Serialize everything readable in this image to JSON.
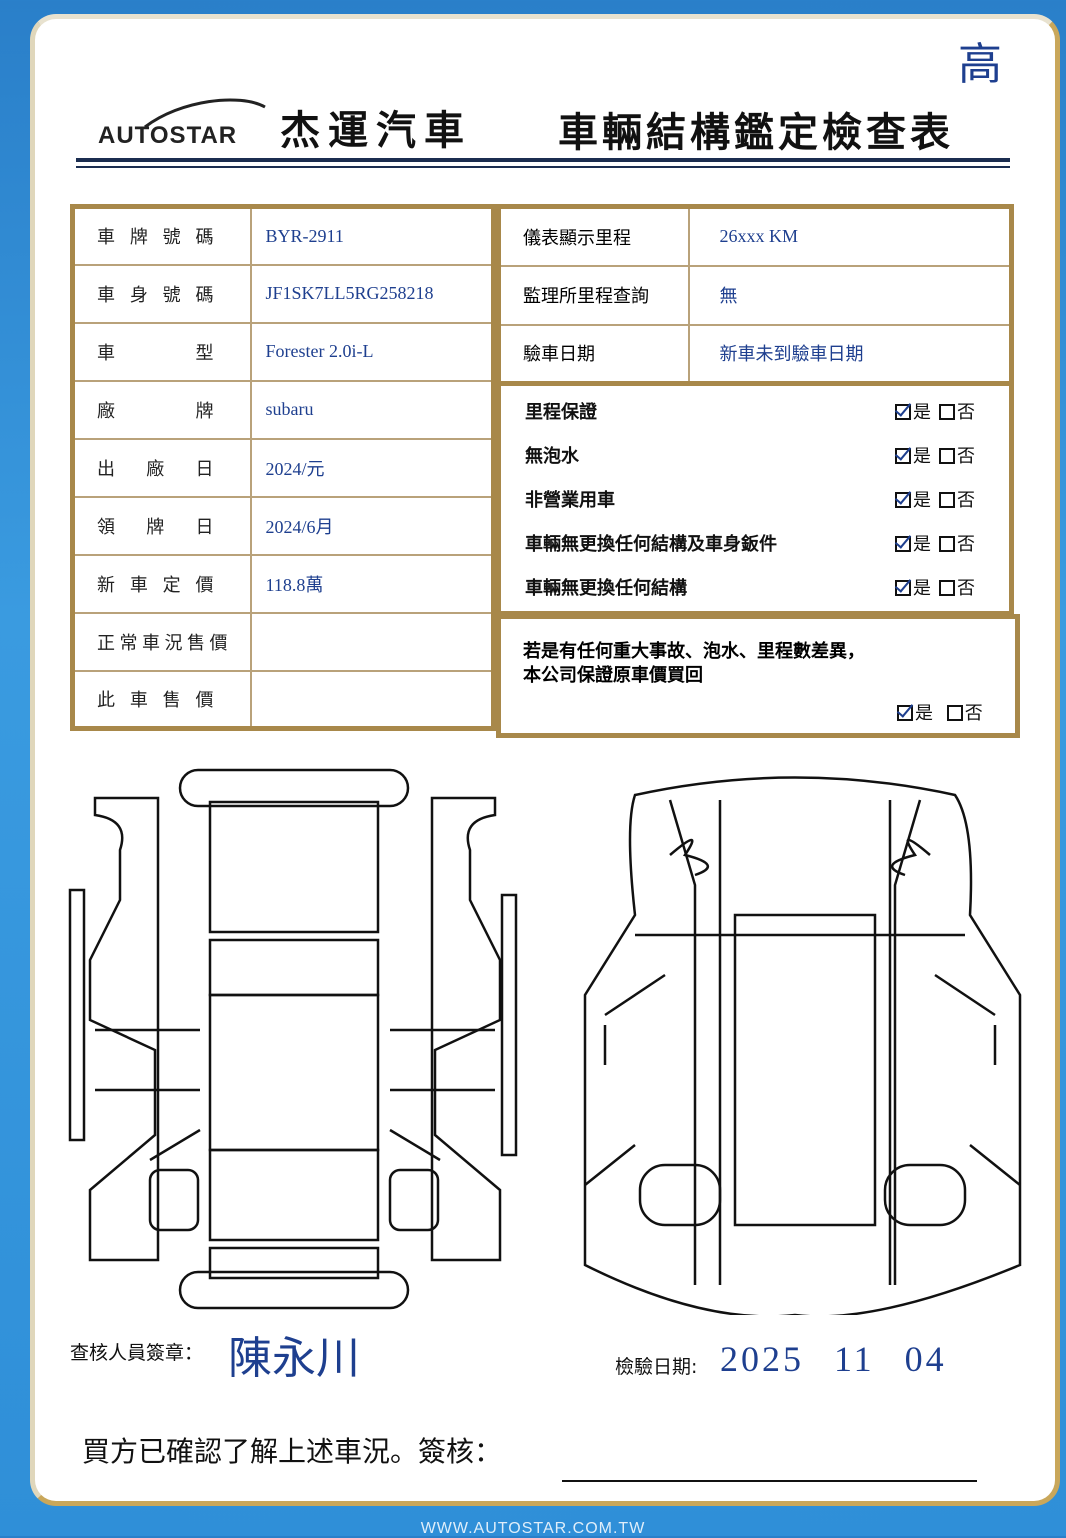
{
  "header": {
    "logo": "AUTOSTAR",
    "company": "杰運汽車",
    "title": "車輛結構鑑定檢查表",
    "corner_mark": "高"
  },
  "left_table": [
    {
      "label": "車牌號碼",
      "value": "BYR-2911"
    },
    {
      "label": "車身號碼",
      "value": "JF1SK7LL5RG258218"
    },
    {
      "label": "車型",
      "value": "Forester 2.0i-L"
    },
    {
      "label": "廠牌",
      "value": "subaru"
    },
    {
      "label": "出廠日",
      "value": "2024/元"
    },
    {
      "label": "領牌日",
      "value": "2024/6月"
    },
    {
      "label": "新車定價",
      "value": "118.8萬"
    },
    {
      "label": "正常車況售價",
      "value": ""
    },
    {
      "label": "此車售價",
      "value": ""
    }
  ],
  "right_table": [
    {
      "label": "儀表顯示里程",
      "value": "26xxx KM"
    },
    {
      "label": "監理所里程查詢",
      "value": "無"
    },
    {
      "label": "驗車日期",
      "value": "新車未到驗車日期"
    }
  ],
  "checks": {
    "yes": "是",
    "no": "否",
    "items": [
      {
        "label": "里程保證",
        "checked": "yes"
      },
      {
        "label": "無泡水",
        "checked": "yes"
      },
      {
        "label": "非營業用車",
        "checked": "yes"
      },
      {
        "label": "車輛無更換任何結構及車身鈑件",
        "checked": "yes"
      },
      {
        "label": "車輛無更換任何結構",
        "checked": "yes"
      }
    ]
  },
  "guarantee": {
    "line1": "若是有任何重大事故、泡水、里程數差異，",
    "line2": "本公司保證原車價買回",
    "checked": "yes"
  },
  "footer": {
    "inspector_label": "查核人員簽章：",
    "inspector_sig": "陳永川",
    "date_label": "檢驗日期:",
    "date_value": "2025 11 04",
    "buyer_label": "買方已確認了解上述車況。簽核：",
    "url": "WWW.AUTOSTAR.COM.TW"
  }
}
